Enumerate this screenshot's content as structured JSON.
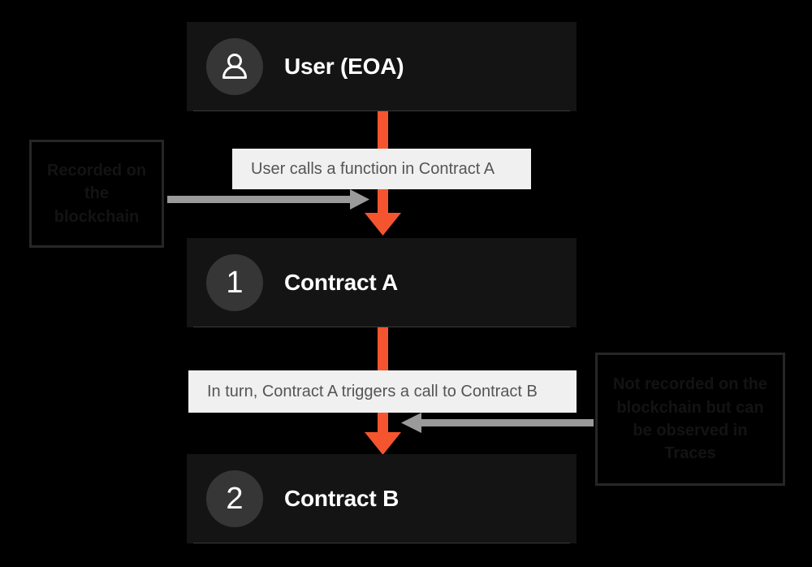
{
  "diagram": {
    "title": "Contract call flow",
    "background_color": "#000000",
    "accent_color": "#F4552E",
    "node_color": "#141414",
    "chip_color": "#f0f0f0",
    "badge_color": "#363636"
  },
  "nodes": [
    {
      "id": "user",
      "title": "User (EOA)",
      "badge_type": "person-icon",
      "badge_label": ""
    },
    {
      "id": "contract-a",
      "title": "Contract A",
      "badge_type": "number",
      "badge_label": "1"
    },
    {
      "id": "contract-b",
      "title": "Contract B",
      "badge_type": "number",
      "badge_label": "2"
    }
  ],
  "chips": [
    {
      "id": "chip-user-to-a",
      "text": "User calls a function in Contract A"
    },
    {
      "id": "chip-a-to-b",
      "text": "In turn, Contract A triggers a call to Contract B"
    }
  ],
  "callouts": [
    {
      "id": "callout-left",
      "lines": [
        "Recorded",
        "on the",
        "blockchain"
      ],
      "text": "Recorded on the blockchain",
      "points_to": "chip-user-to-a",
      "arrow_direction": "right"
    },
    {
      "id": "callout-right",
      "lines": [
        "Not recorded on the",
        "blockchain but can",
        "be observed in",
        "Traces"
      ],
      "text": "Not recorded on the blockchain but can be observed in Traces",
      "points_to": "chip-a-to-b",
      "arrow_direction": "left"
    }
  ],
  "flow_arrows": [
    {
      "id": "arrow-user-to-a",
      "from": "user",
      "to": "contract-a",
      "color": "#F4552E"
    },
    {
      "id": "arrow-a-to-b",
      "from": "contract-a",
      "to": "contract-b",
      "color": "#F4552E"
    }
  ],
  "pointer_arrows": [
    {
      "id": "pointer-left",
      "color": "#9a9a9a",
      "direction": "right"
    },
    {
      "id": "pointer-right",
      "color": "#9a9a9a",
      "direction": "left"
    }
  ]
}
